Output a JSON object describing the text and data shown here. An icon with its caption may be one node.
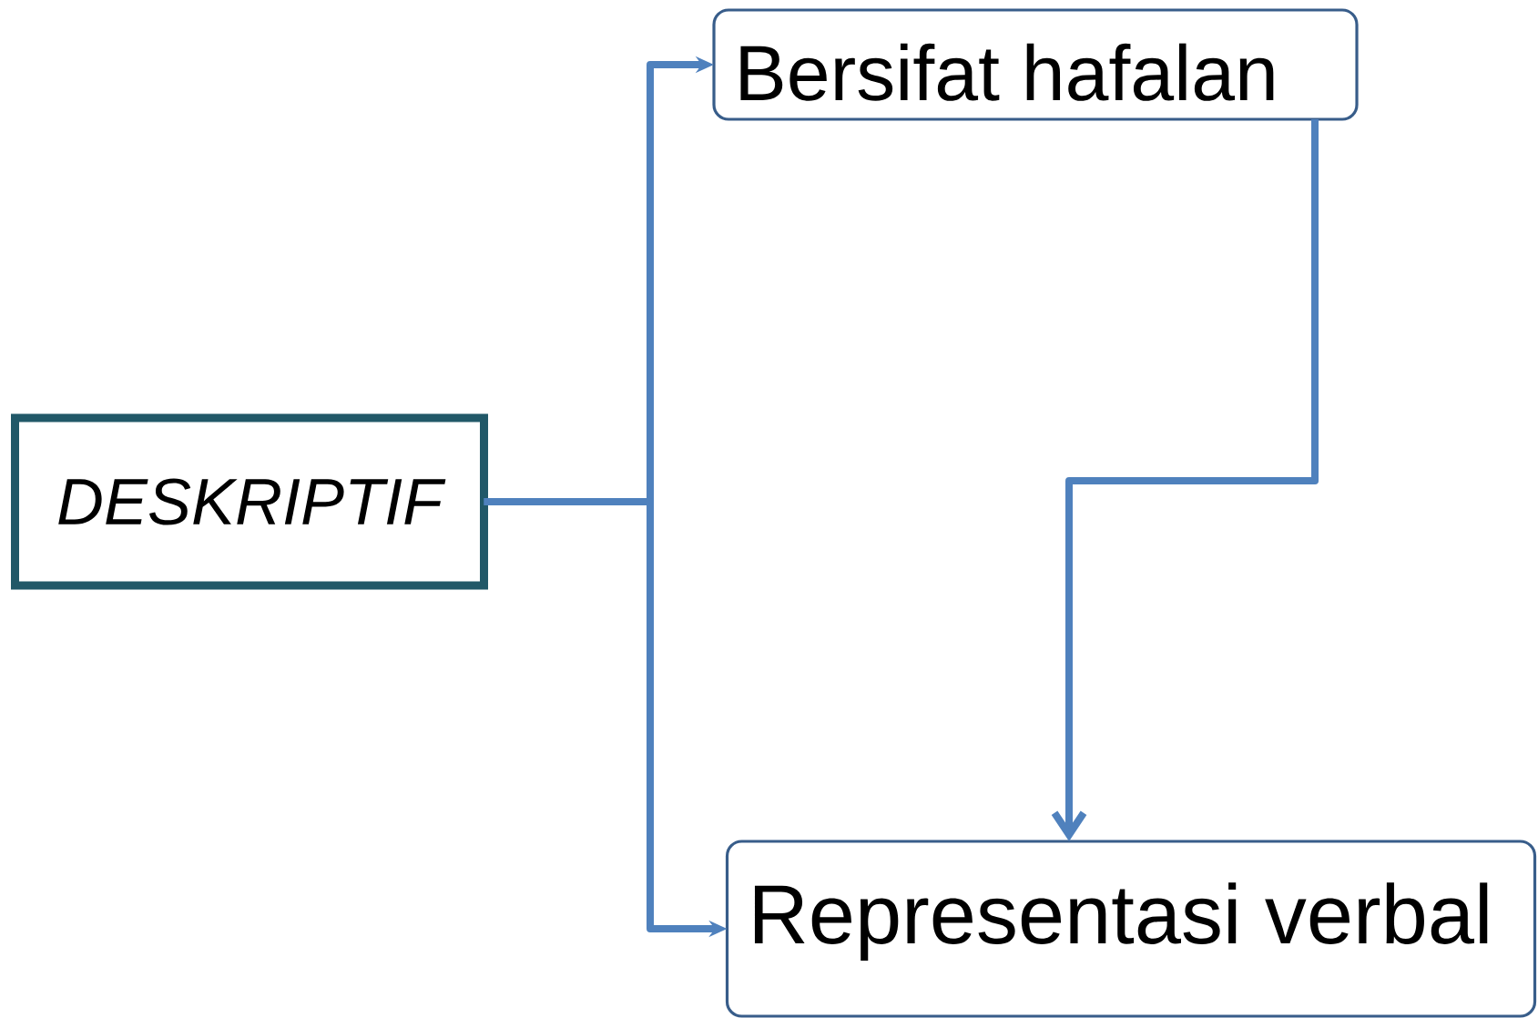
{
  "diagram": {
    "nodes": [
      {
        "text": [
          "DESKRIPTIF"
        ]
      },
      {
        "text": [
          "Bersifat hafalan"
        ]
      },
      {
        "text": [
          "Representasi verbal"
        ]
      }
    ],
    "edges": [
      {
        "from": 0,
        "to": 1,
        "arrow": "to"
      },
      {
        "from": 0,
        "to": 2,
        "arrow": "to"
      },
      {
        "from": 1,
        "to": 2,
        "arrow": "to"
      }
    ]
  }
}
